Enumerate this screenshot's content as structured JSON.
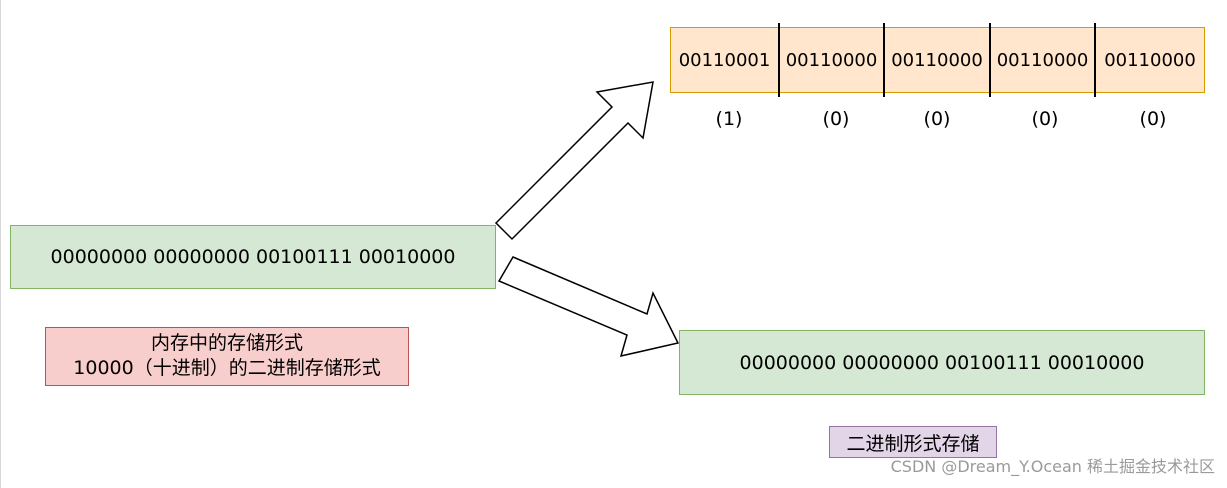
{
  "source_box": {
    "value": "00000000 00000000 00100111 00010000"
  },
  "char_storage": {
    "cells": [
      "00110001",
      "00110000",
      "00110000",
      "00110000",
      "00110000"
    ],
    "labels": [
      "(1)",
      "(0)",
      "(0)",
      "(0)",
      "(0)"
    ]
  },
  "binary_storage": {
    "value": "00000000 00000000 00100111 00010000"
  },
  "caption_red": {
    "line1": "内存中的存储形式",
    "line2": "10000（十进制）的二进制存储形式"
  },
  "caption_purple": {
    "text": "二进制形式存储"
  },
  "watermark": {
    "text": "CSDN @Dream_Y.Ocean 稀土掘金技术社区"
  },
  "colors": {
    "green_fill": "#d5e8d4",
    "green_stroke": "#82b366",
    "orange_fill": "#ffe6cc",
    "orange_stroke": "#d79b00",
    "red_fill": "#f8cecc",
    "red_stroke": "#b85450",
    "purple_fill": "#e1d5e7",
    "purple_stroke": "#9673a6"
  }
}
